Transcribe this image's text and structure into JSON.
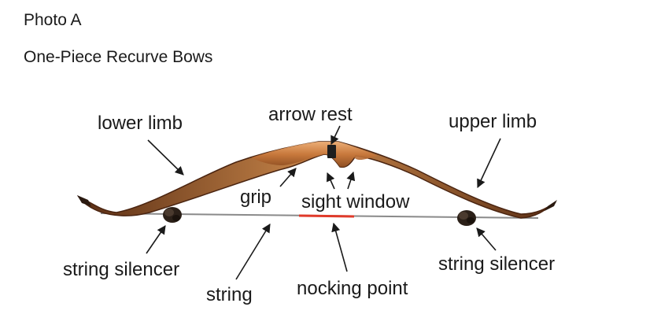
{
  "header": {
    "photo_label": "Photo A",
    "title": "One-Piece Recurve Bows"
  },
  "labels": {
    "lower_limb": "lower limb",
    "arrow_rest": "arrow rest",
    "upper_limb": "upper limb",
    "grip": "grip",
    "sight_window": "sight window",
    "string_silencer_left": "string silencer",
    "string": "string",
    "nocking_point": "nocking point",
    "string_silencer_right": "string silencer"
  },
  "colors": {
    "limb_dark": "#6b3a1c",
    "limb_light": "#c07a3e",
    "riser_wood": "#d9934f",
    "string": "#8a8a8a",
    "nocking_point": "#e03a2a",
    "silencer": "#2b2018",
    "text": "#1a1a1a"
  }
}
